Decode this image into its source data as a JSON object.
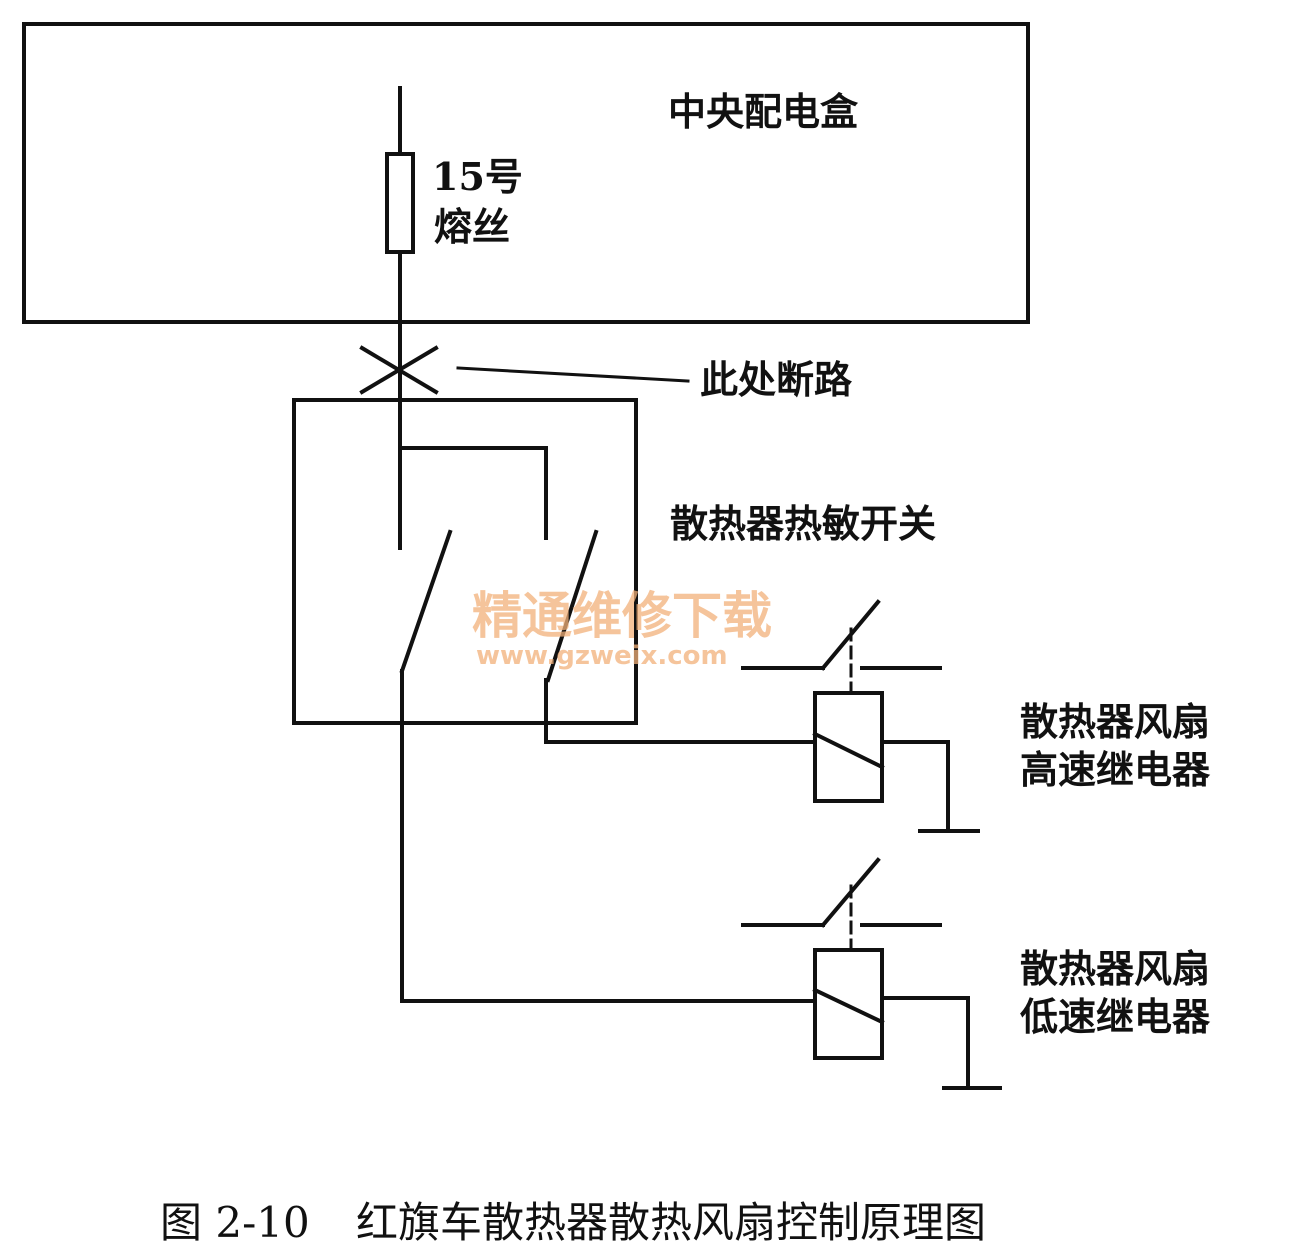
{
  "labels": {
    "central_box": "中央配电盒",
    "fuse_line1": "15号",
    "fuse_line2": "熔丝",
    "break_point": "此处断路",
    "thermo_switch": "散热器热敏开关",
    "high_relay_line1": "散热器风扇",
    "high_relay_line2": "高速继电器",
    "low_relay_line1": "散热器风扇",
    "low_relay_line2": "低速继电器"
  },
  "watermark": {
    "title": "精通维修下载",
    "url": "www.gzweix.com",
    "color": "#f2b07a"
  },
  "caption": {
    "number": "图 2-10",
    "title": "红旗车散热器散热风扇控制原理图"
  }
}
